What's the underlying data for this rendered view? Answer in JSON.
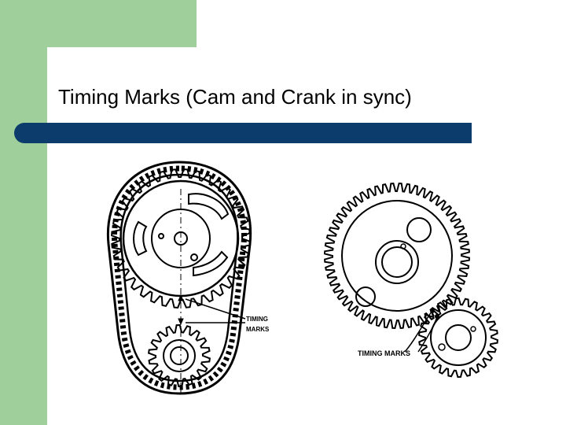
{
  "slide": {
    "title": "Timing Marks (Cam and Crank in sync)",
    "colors": {
      "accent_green": "#9fcf9b",
      "title_rule": "#0c3c6c"
    }
  },
  "left_figure": {
    "label_line1": "TIMING",
    "label_line2": "MARKS"
  },
  "right_figure": {
    "label": "TIMING MARKS"
  }
}
